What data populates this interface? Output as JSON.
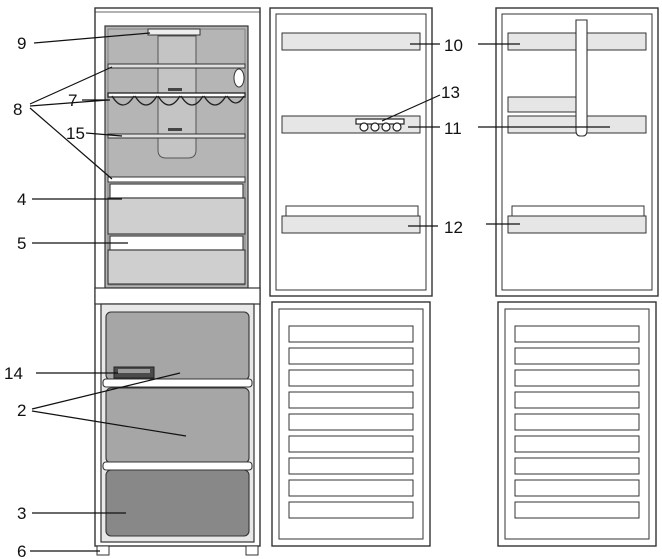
{
  "callouts": {
    "c1": "9",
    "c2": "8",
    "c3": "7",
    "c4": "15",
    "c5": "4",
    "c6": "5",
    "c7": "14",
    "c8": "2",
    "c9": "3",
    "c10": "6",
    "c11": "10",
    "c12": "13",
    "c13": "11",
    "c14": "12"
  },
  "colors": {
    "outline": "#333333",
    "shelf_glass": "#d0d0d0",
    "drawer": "#a8a8a8",
    "bottom_drawer": "#8c8c8c"
  }
}
